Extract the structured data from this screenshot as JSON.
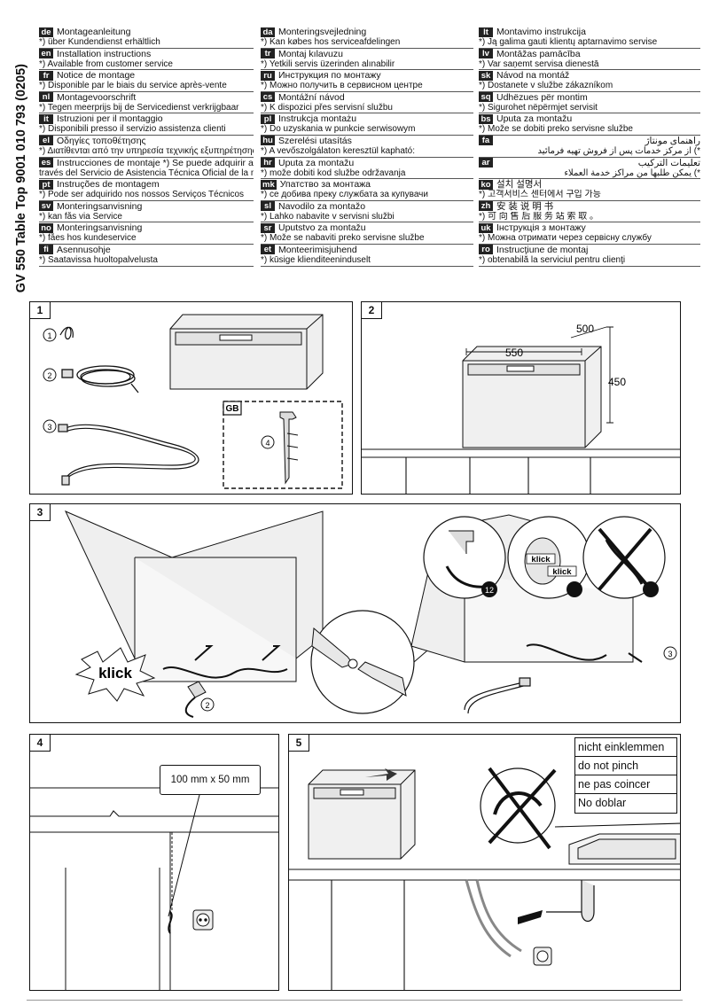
{
  "document": {
    "code": "GV 550 Table Top 9001 010 793 (0205)"
  },
  "languages": {
    "col1": [
      {
        "code": "de",
        "title": "Montageanleitung",
        "note": "*) über Kundendienst erhältlich"
      },
      {
        "code": "en",
        "title": "Installation instructions",
        "note": "*) Available from customer service"
      },
      {
        "code": "fr",
        "title": "Notice de montage",
        "note": "*) Disponible par le biais du service après-vente"
      },
      {
        "code": "nl",
        "title": "Montagevoorschrift",
        "note": "*) Tegen meerprijs bij de Servicedienst verkrijgbaar"
      },
      {
        "code": "it",
        "title": "Istruzioni per il montaggio",
        "note": "*) Disponibili presso il servizio assistenza clienti"
      },
      {
        "code": "el",
        "title": "Οδηγίες τοποθέτησης",
        "note": "*) Διατίθενται από την υπηρεσία τεχνικής εξυπηρέτησης πελατών"
      },
      {
        "code": "es",
        "title": "Instrucciones de montaje   *) Se puede adquirir a",
        "note": "través del Servicio de Asistencia Técnica Oficial de la marca"
      },
      {
        "code": "pt",
        "title": "Instruções de montagem",
        "note": "*) Pode ser adquirido nos nossos Serviços Técnicos"
      },
      {
        "code": "sv",
        "title": "Monteringsanvisning",
        "note": "*) kan fås via Service"
      },
      {
        "code": "no",
        "title": "Monteringsanvisning",
        "note": "*) fåes hos kundeservice"
      },
      {
        "code": "fi",
        "title": "Asennusohje",
        "note": "*) Saatavissa huoltopalvelusta"
      }
    ],
    "col2": [
      {
        "code": "da",
        "title": "Monteringsvejledning",
        "note": "*) Kan købes hos serviceafdelingen"
      },
      {
        "code": "tr",
        "title": "Montaj kılavuzu",
        "note": "*) Yetkili servis üzerinden alınabilir"
      },
      {
        "code": "ru",
        "title": "Инструкция по монтажу",
        "note": "*) Можно получить в сервисном центре"
      },
      {
        "code": "cs",
        "title": "Montážní návod",
        "note": "*) K dispozici přes servisní službu"
      },
      {
        "code": "pl",
        "title": "Instrukcja montażu",
        "note": "*) Do uzyskania w punkcie serwisowym"
      },
      {
        "code": "hu",
        "title": "Szerelési utasítás",
        "note": "*) A vevőszolgálaton keresztül kapható:"
      },
      {
        "code": "hr",
        "title": "Uputa za montažu",
        "note": "*) može dobiti kod službe održavanja"
      },
      {
        "code": "mk",
        "title": "Упатство за монтажа",
        "note": "*) се добива преку службата за купувачи"
      },
      {
        "code": "sl",
        "title": "Navodilo za montažo",
        "note": "*) Lahko nabavite v servisni službi"
      },
      {
        "code": "sr",
        "title": "Uputstvo za montažu",
        "note": "*) Može se nabaviti preko servisne službe"
      },
      {
        "code": "et",
        "title": "Monteerimisjuhend",
        "note": "*) kūsige klienditeeninduselt"
      }
    ],
    "col3": [
      {
        "code": "lt",
        "title": "Montavimo instrukcija",
        "note": "*) Ją galima gauti klientų aptarnavimo servise"
      },
      {
        "code": "lv",
        "title": "Montāžas pamācība",
        "note": "*) Var saņemt servisa dienestā"
      },
      {
        "code": "sk",
        "title": "Návod na montáž",
        "note": "*) Dostanete v službe zákazníkom"
      },
      {
        "code": "sq",
        "title": "Udhëzues për montim",
        "note": "*) Sigurohet nëpërmjet servisit"
      },
      {
        "code": "bs",
        "title": "Uputa za montažu",
        "note": "*) Može se dobiti preko servisne službe"
      },
      {
        "code": "fa",
        "title": "راهنمای مونتاژ",
        "note": "*) از مرکز خدمات پس از فروش تهیه فرمائید"
      },
      {
        "code": "ar",
        "title": "تعليمات التركيب",
        "note": "*) يمكن طلبها من مراكز خدمة العملاء"
      },
      {
        "code": "ko",
        "title": "설치 설명서",
        "note": "*) 고객서비스 센터에서 구입 가능"
      },
      {
        "code": "zh",
        "title": "安 装 说 明 书",
        "note": "*) 可 向 售 后 服 务 站 索 取 。"
      },
      {
        "code": "uk",
        "title": "Інструкція з монтажу",
        "note": "*) Можна отримати через сервісну службу"
      },
      {
        "code": "ro",
        "title": "Instrucţiune de montaj",
        "note": "*) obtenabilă la serviciul pentru clienţi"
      }
    ]
  },
  "panels": {
    "p1": {
      "number": "1",
      "gb_label": "GB",
      "callouts": [
        "1",
        "2",
        "3",
        "4"
      ]
    },
    "p2": {
      "number": "2",
      "dim_width": "550",
      "dim_depth": "500",
      "dim_height": "450"
    },
    "p3": {
      "number": "3",
      "klick": "klick",
      "klick_small_1": "klick",
      "klick_small_2": "klick",
      "callout_12": "12",
      "callout_2": "2",
      "callout_3": "3"
    },
    "p4": {
      "number": "4",
      "cutout_size": "100 mm x 50 mm"
    },
    "p5": {
      "number": "5",
      "warnings": [
        "nicht einklemmen",
        "do not pinch",
        "ne pas coincer",
        "No doblar"
      ]
    }
  },
  "colors": {
    "tag_bg": "#222222",
    "line": "#111111",
    "appliance_fill": "#f2f2f2"
  }
}
